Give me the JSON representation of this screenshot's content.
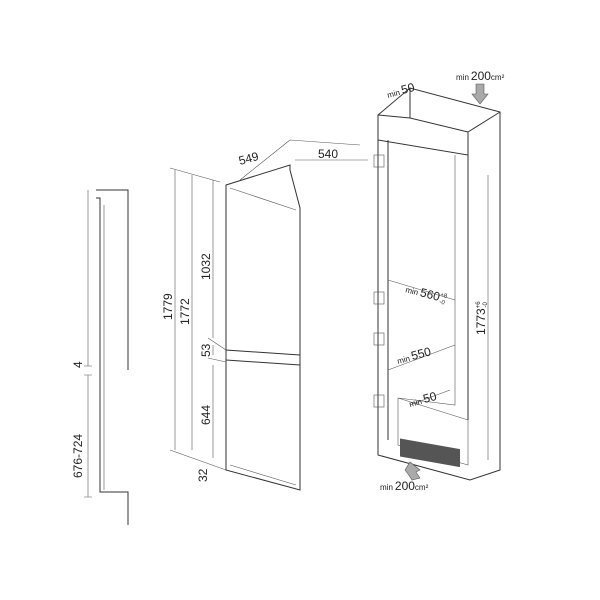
{
  "colors": {
    "line": "#333333",
    "arrow_fill": "#aaaaaa",
    "grille": "#555555"
  },
  "left_profile": {
    "gap": "4",
    "niche_range": "676-724"
  },
  "appliance": {
    "depth_total": "549",
    "depth_body": "540",
    "height_total": "1779",
    "height_body": "1772",
    "fridge_door": "1032",
    "door_gap": "53",
    "freezer_door": "644",
    "feet": "32"
  },
  "niche": {
    "top_gap_prefix": "min",
    "top_gap": "50",
    "top_vent_prefix": "min",
    "top_vent": "200",
    "top_vent_unit": "cm²",
    "width_prefix": "min",
    "width": "560",
    "width_tol_plus": "+8",
    "width_tol_minus": "-0",
    "depth_prefix": "min",
    "depth": "550",
    "rear_gap_prefix": "min",
    "rear_gap": "50",
    "height": "1773",
    "height_tol_plus": "+6",
    "height_tol_minus": "-0",
    "bottom_vent_prefix": "min",
    "bottom_vent": "200",
    "bottom_vent_unit": "cm²"
  }
}
